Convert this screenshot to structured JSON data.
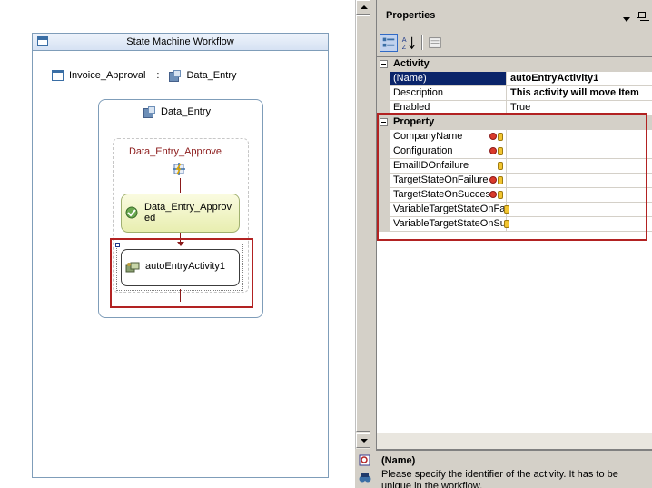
{
  "designer": {
    "workflow_title": "State Machine Workflow",
    "top_row": {
      "state_a": "Invoice_Approval",
      "separator": ":",
      "state_b": "Data_Entry"
    },
    "state": {
      "name": "Data_Entry"
    },
    "event_driven": {
      "name": "Data_Entry_Approve"
    },
    "set_state": {
      "label": "Data_Entry_Approved"
    },
    "activity": {
      "label": "autoEntryActivity1"
    }
  },
  "properties": {
    "title": "Properties",
    "categories": [
      {
        "label": "Activity",
        "rows": [
          {
            "name": "(Name)",
            "value": "autoEntryActivity1",
            "selected": true,
            "bold": true
          },
          {
            "name": "Description",
            "value": "This activity will move Item",
            "bold": true
          },
          {
            "name": "Enabled",
            "value": "True"
          }
        ]
      },
      {
        "label": "Property",
        "rows": [
          {
            "name": "CompanyName",
            "value": "",
            "icons": "error-db"
          },
          {
            "name": "Configuration",
            "value": "",
            "icons": "error-db"
          },
          {
            "name": "EmailIDOnfailure",
            "value": "",
            "icons": "db"
          },
          {
            "name": "TargetStateOnFailure",
            "value": "",
            "icons": "error-db"
          },
          {
            "name": "TargetStateOnSuccess",
            "value": "",
            "icons": "error-db"
          },
          {
            "name": "VariableTargetStateOnFailure",
            "value": "",
            "icons": "db-warn"
          },
          {
            "name": "VariableTargetStateOnSuccess",
            "value": "",
            "icons": "db-warn"
          }
        ]
      }
    ],
    "description": {
      "title": "(Name)",
      "text": "Please specify the identifier of the activity. It has to be unique in the workflow."
    }
  },
  "colors": {
    "highlight": "#b22222",
    "selection": "#0a246a",
    "panel": "#d4d0c8"
  }
}
